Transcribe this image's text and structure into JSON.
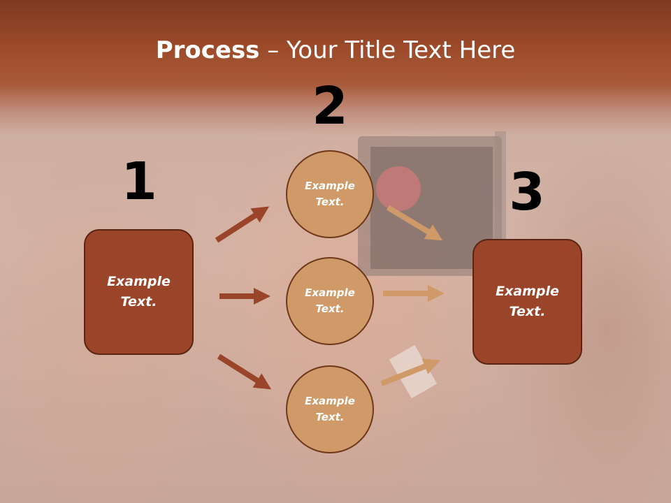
{
  "slide": {
    "title_bold": "Process",
    "title_rest": " – Your Title Text Here",
    "steps": [
      "1",
      "2",
      "3"
    ],
    "left_box": "Example\nText.",
    "right_box": "Example\nText.",
    "circles": [
      "Example\nText.",
      "Example\nText.",
      "Example\nText."
    ]
  },
  "colors": {
    "header": "#9c4a2a",
    "box_fill": "#9a4529",
    "circle_fill": "#cf9a68",
    "arrow_dark": "#9a4529",
    "arrow_light": "#cf9a68"
  }
}
